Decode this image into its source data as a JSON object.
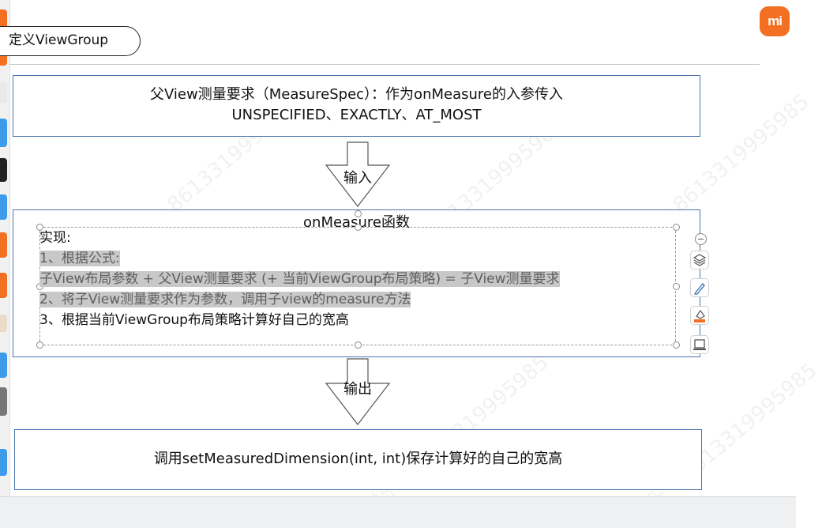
{
  "header": {
    "title": "定义ViewGroup",
    "logo": "mi"
  },
  "diagram": {
    "input_box": {
      "line1": "父View测量要求（MeasureSpec）：作为onMeasure的入参传入",
      "line2": "UNSPECIFIED、EXACTLY、AT_MOST"
    },
    "arrow_in": {
      "label": "输入"
    },
    "measure_box": {
      "title": "onMeasure函数",
      "lines": [
        "实现:",
        "1、根据公式:",
        "子View布局参数 + 父View测量要求 (+ 当前ViewGroup布局策略) = 子View测量要求",
        "2、将子View测量要求作为参数，调用子view的measure方法",
        "3、根据当前ViewGroup布局策略计算好自己的宽高"
      ]
    },
    "arrow_out": {
      "label": "输出"
    },
    "output_box": {
      "text": "调用setMeasuredDimension(int, int)保存计算好的自己的宽高"
    }
  },
  "toolbar": {
    "items": [
      "minus-icon",
      "layers-icon",
      "pen-icon",
      "fill-icon",
      "display-icon"
    ]
  },
  "watermark": {
    "text": "悦乐 +8613319995985"
  },
  "colors": {
    "box_border": "#4a73b0",
    "highlight": "#c8c8c8",
    "logo_bg": "#f36f22",
    "dock_accents": [
      "#f36f22",
      "#3d9be9",
      "#222222"
    ]
  }
}
